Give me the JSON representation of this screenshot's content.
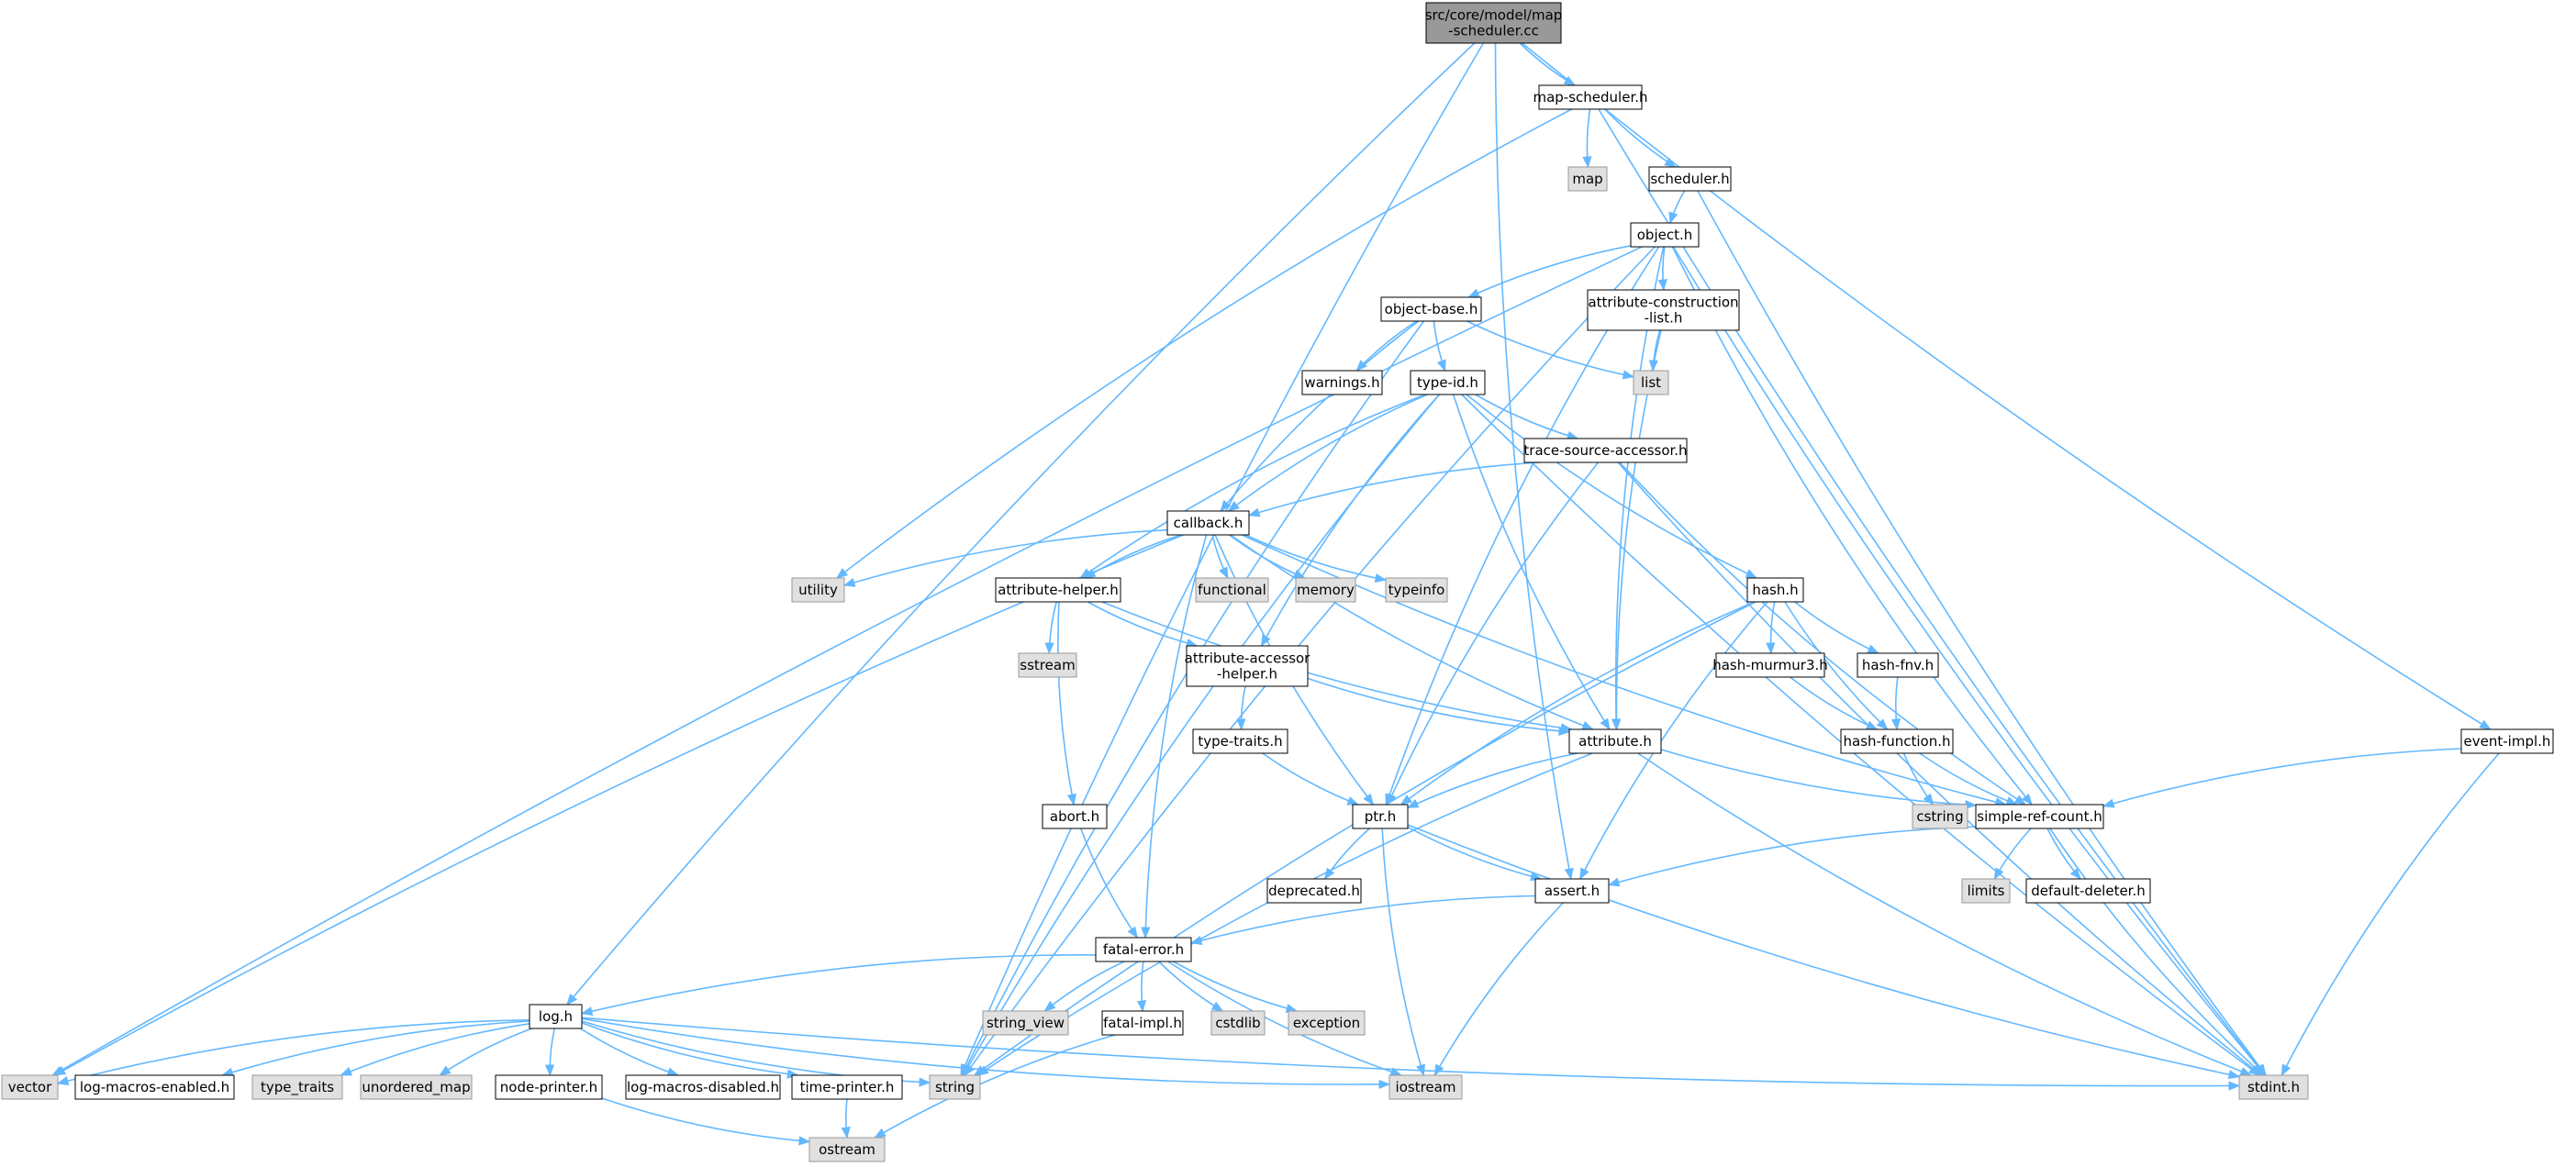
{
  "graph": {
    "node_colors": {
      "root": "#999999",
      "file": "#ffffff",
      "system": "#e0e0e0",
      "border_file": "#000000",
      "border_system": "#999999",
      "edge": "#63b8ff"
    },
    "nodes": [
      {
        "id": "root",
        "lines": [
          "src/core/model/map",
          "-scheduler.cc"
        ],
        "kind": "root"
      },
      {
        "id": "map-scheduler.h",
        "lines": [
          "map-scheduler.h"
        ],
        "kind": "file"
      },
      {
        "id": "map",
        "lines": [
          "map"
        ],
        "kind": "system"
      },
      {
        "id": "scheduler.h",
        "lines": [
          "scheduler.h"
        ],
        "kind": "file"
      },
      {
        "id": "object.h",
        "lines": [
          "object.h"
        ],
        "kind": "file"
      },
      {
        "id": "object-base.h",
        "lines": [
          "object-base.h"
        ],
        "kind": "file"
      },
      {
        "id": "attribute-construction-list.h",
        "lines": [
          "attribute-construction",
          "-list.h"
        ],
        "kind": "file"
      },
      {
        "id": "warnings.h",
        "lines": [
          "warnings.h"
        ],
        "kind": "file"
      },
      {
        "id": "list",
        "lines": [
          "list"
        ],
        "kind": "system"
      },
      {
        "id": "type-id.h",
        "lines": [
          "type-id.h"
        ],
        "kind": "file"
      },
      {
        "id": "trace-source-accessor.h",
        "lines": [
          "trace-source-accessor.h"
        ],
        "kind": "file"
      },
      {
        "id": "callback.h",
        "lines": [
          "callback.h"
        ],
        "kind": "file"
      },
      {
        "id": "utility",
        "lines": [
          "utility"
        ],
        "kind": "system"
      },
      {
        "id": "functional",
        "lines": [
          "functional"
        ],
        "kind": "system"
      },
      {
        "id": "memory",
        "lines": [
          "memory"
        ],
        "kind": "system"
      },
      {
        "id": "typeinfo",
        "lines": [
          "typeinfo"
        ],
        "kind": "system"
      },
      {
        "id": "attribute-helper.h",
        "lines": [
          "attribute-helper.h"
        ],
        "kind": "file"
      },
      {
        "id": "sstream",
        "lines": [
          "sstream"
        ],
        "kind": "system"
      },
      {
        "id": "attribute-accessor-helper.h",
        "lines": [
          "attribute-accessor",
          "-helper.h"
        ],
        "kind": "file"
      },
      {
        "id": "type-traits.h",
        "lines": [
          "type-traits.h"
        ],
        "kind": "file"
      },
      {
        "id": "hash.h",
        "lines": [
          "hash.h"
        ],
        "kind": "file"
      },
      {
        "id": "hash-murmur3.h",
        "lines": [
          "hash-murmur3.h"
        ],
        "kind": "file"
      },
      {
        "id": "hash-fnv.h",
        "lines": [
          "hash-fnv.h"
        ],
        "kind": "file"
      },
      {
        "id": "hash-function.h",
        "lines": [
          "hash-function.h"
        ],
        "kind": "file"
      },
      {
        "id": "cstring",
        "lines": [
          "cstring"
        ],
        "kind": "system"
      },
      {
        "id": "attribute.h",
        "lines": [
          "attribute.h"
        ],
        "kind": "file"
      },
      {
        "id": "event-impl.h",
        "lines": [
          "event-impl.h"
        ],
        "kind": "file"
      },
      {
        "id": "simple-ref-count.h",
        "lines": [
          "simple-ref-count.h"
        ],
        "kind": "file"
      },
      {
        "id": "limits",
        "lines": [
          "limits"
        ],
        "kind": "system"
      },
      {
        "id": "default-deleter.h",
        "lines": [
          "default-deleter.h"
        ],
        "kind": "file"
      },
      {
        "id": "abort.h",
        "lines": [
          "abort.h"
        ],
        "kind": "file"
      },
      {
        "id": "ptr.h",
        "lines": [
          "ptr.h"
        ],
        "kind": "file"
      },
      {
        "id": "deprecated.h",
        "lines": [
          "deprecated.h"
        ],
        "kind": "file"
      },
      {
        "id": "assert.h",
        "lines": [
          "assert.h"
        ],
        "kind": "file"
      },
      {
        "id": "fatal-error.h",
        "lines": [
          "fatal-error.h"
        ],
        "kind": "file"
      },
      {
        "id": "string_view",
        "lines": [
          "string_view"
        ],
        "kind": "system"
      },
      {
        "id": "fatal-impl.h",
        "lines": [
          "fatal-impl.h"
        ],
        "kind": "file"
      },
      {
        "id": "cstdlib",
        "lines": [
          "cstdlib"
        ],
        "kind": "system"
      },
      {
        "id": "exception",
        "lines": [
          "exception"
        ],
        "kind": "system"
      },
      {
        "id": "log.h",
        "lines": [
          "log.h"
        ],
        "kind": "file"
      },
      {
        "id": "vector",
        "lines": [
          "vector"
        ],
        "kind": "system"
      },
      {
        "id": "log-macros-enabled.h",
        "lines": [
          "log-macros-enabled.h"
        ],
        "kind": "file"
      },
      {
        "id": "type_traits",
        "lines": [
          "type_traits"
        ],
        "kind": "system"
      },
      {
        "id": "unordered_map",
        "lines": [
          "unordered_map"
        ],
        "kind": "system"
      },
      {
        "id": "node-printer.h",
        "lines": [
          "node-printer.h"
        ],
        "kind": "file"
      },
      {
        "id": "log-macros-disabled.h",
        "lines": [
          "log-macros-disabled.h"
        ],
        "kind": "file"
      },
      {
        "id": "time-printer.h",
        "lines": [
          "time-printer.h"
        ],
        "kind": "file"
      },
      {
        "id": "string",
        "lines": [
          "string"
        ],
        "kind": "system"
      },
      {
        "id": "iostream",
        "lines": [
          "iostream"
        ],
        "kind": "system"
      },
      {
        "id": "stdint.h",
        "lines": [
          "stdint.h"
        ],
        "kind": "system"
      },
      {
        "id": "ostream",
        "lines": [
          "ostream"
        ],
        "kind": "system"
      }
    ],
    "edges": [
      [
        "root",
        "map-scheduler.h"
      ],
      [
        "root",
        "log.h"
      ],
      [
        "root",
        "string"
      ],
      [
        "root",
        "assert.h"
      ],
      [
        "root",
        "event-impl.h"
      ],
      [
        "map-scheduler.h",
        "map"
      ],
      [
        "map-scheduler.h",
        "scheduler.h"
      ],
      [
        "map-scheduler.h",
        "utility"
      ],
      [
        "map-scheduler.h",
        "stdint.h"
      ],
      [
        "scheduler.h",
        "object.h"
      ],
      [
        "scheduler.h",
        "stdint.h"
      ],
      [
        "object.h",
        "object-base.h"
      ],
      [
        "object.h",
        "attribute-construction-list.h"
      ],
      [
        "object.h",
        "ptr.h"
      ],
      [
        "object.h",
        "attribute.h"
      ],
      [
        "object.h",
        "simple-ref-count.h"
      ],
      [
        "object.h",
        "stdint.h"
      ],
      [
        "object.h",
        "vector"
      ],
      [
        "object.h",
        "string"
      ],
      [
        "object-base.h",
        "warnings.h"
      ],
      [
        "object-base.h",
        "type-id.h"
      ],
      [
        "object-base.h",
        "list"
      ],
      [
        "object-base.h",
        "callback.h"
      ],
      [
        "object-base.h",
        "string"
      ],
      [
        "attribute-construction-list.h",
        "list"
      ],
      [
        "attribute-construction-list.h",
        "attribute.h"
      ],
      [
        "type-id.h",
        "trace-source-accessor.h"
      ],
      [
        "type-id.h",
        "callback.h"
      ],
      [
        "type-id.h",
        "hash.h"
      ],
      [
        "type-id.h",
        "attribute-helper.h"
      ],
      [
        "type-id.h",
        "attribute-accessor-helper.h"
      ],
      [
        "type-id.h",
        "attribute.h"
      ],
      [
        "type-id.h",
        "stdint.h"
      ],
      [
        "type-id.h",
        "string"
      ],
      [
        "trace-source-accessor.h",
        "callback.h"
      ],
      [
        "trace-source-accessor.h",
        "ptr.h"
      ],
      [
        "trace-source-accessor.h",
        "simple-ref-count.h"
      ],
      [
        "trace-source-accessor.h",
        "stdint.h"
      ],
      [
        "callback.h",
        "utility"
      ],
      [
        "callback.h",
        "functional"
      ],
      [
        "callback.h",
        "memory"
      ],
      [
        "callback.h",
        "typeinfo"
      ],
      [
        "callback.h",
        "attribute-helper.h"
      ],
      [
        "callback.h",
        "attribute.h"
      ],
      [
        "callback.h",
        "ptr.h"
      ],
      [
        "callback.h",
        "simple-ref-count.h"
      ],
      [
        "callback.h",
        "fatal-error.h"
      ],
      [
        "callback.h",
        "vector"
      ],
      [
        "attribute-helper.h",
        "sstream"
      ],
      [
        "attribute-helper.h",
        "attribute-accessor-helper.h"
      ],
      [
        "attribute-helper.h",
        "abort.h"
      ],
      [
        "attribute-helper.h",
        "attribute.h"
      ],
      [
        "attribute-accessor-helper.h",
        "type-traits.h"
      ],
      [
        "attribute-accessor-helper.h",
        "attribute.h"
      ],
      [
        "type-traits.h",
        "ptr.h"
      ],
      [
        "hash.h",
        "hash-murmur3.h"
      ],
      [
        "hash.h",
        "hash-fnv.h"
      ],
      [
        "hash.h",
        "hash-function.h"
      ],
      [
        "hash.h",
        "ptr.h"
      ],
      [
        "hash.h",
        "assert.h"
      ],
      [
        "hash.h",
        "string"
      ],
      [
        "hash-murmur3.h",
        "hash-function.h"
      ],
      [
        "hash-fnv.h",
        "hash-function.h"
      ],
      [
        "hash-function.h",
        "cstring"
      ],
      [
        "hash-function.h",
        "simple-ref-count.h"
      ],
      [
        "attribute.h",
        "ptr.h"
      ],
      [
        "attribute.h",
        "simple-ref-count.h"
      ],
      [
        "attribute.h",
        "string"
      ],
      [
        "attribute.h",
        "stdint.h"
      ],
      [
        "event-impl.h",
        "simple-ref-count.h"
      ],
      [
        "event-impl.h",
        "stdint.h"
      ],
      [
        "simple-ref-count.h",
        "limits"
      ],
      [
        "simple-ref-count.h",
        "default-deleter.h"
      ],
      [
        "simple-ref-count.h",
        "assert.h"
      ],
      [
        "simple-ref-count.h",
        "stdint.h"
      ],
      [
        "abort.h",
        "fatal-error.h"
      ],
      [
        "ptr.h",
        "deprecated.h"
      ],
      [
        "ptr.h",
        "assert.h"
      ],
      [
        "ptr.h",
        "iostream"
      ],
      [
        "ptr.h",
        "stdint.h"
      ],
      [
        "assert.h",
        "fatal-error.h"
      ],
      [
        "assert.h",
        "iostream"
      ],
      [
        "fatal-error.h",
        "string_view"
      ],
      [
        "fatal-error.h",
        "fatal-impl.h"
      ],
      [
        "fatal-error.h",
        "cstdlib"
      ],
      [
        "fatal-error.h",
        "exception"
      ],
      [
        "fatal-error.h",
        "iostream"
      ],
      [
        "fatal-error.h",
        "log.h"
      ],
      [
        "fatal-impl.h",
        "ostream"
      ],
      [
        "log.h",
        "vector"
      ],
      [
        "log.h",
        "log-macros-enabled.h"
      ],
      [
        "log.h",
        "type_traits"
      ],
      [
        "log.h",
        "unordered_map"
      ],
      [
        "log.h",
        "node-printer.h"
      ],
      [
        "log.h",
        "log-macros-disabled.h"
      ],
      [
        "log.h",
        "time-printer.h"
      ],
      [
        "log.h",
        "string"
      ],
      [
        "log.h",
        "iostream"
      ],
      [
        "log.h",
        "stdint.h"
      ],
      [
        "node-printer.h",
        "ostream"
      ],
      [
        "time-printer.h",
        "ostream"
      ]
    ]
  }
}
